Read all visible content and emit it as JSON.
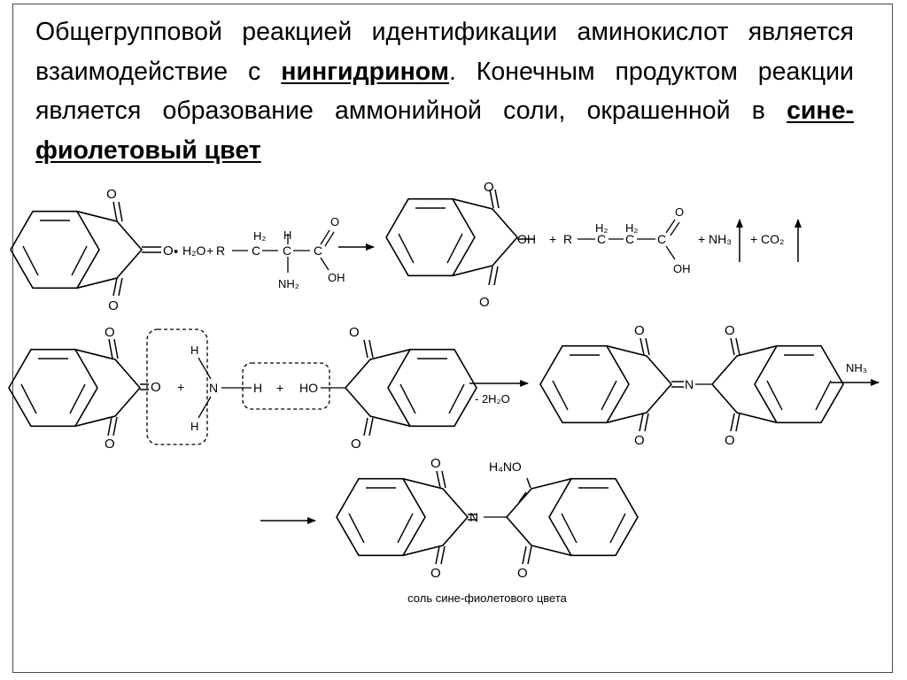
{
  "heading": {
    "part1": "Общегрупповой реакцией идентификации аминокислот является взаимодействие с ",
    "term1": "нингидрином",
    "part2": ". Конечным продуктом реакции является образование аммонийной соли, окрашенной в ",
    "term2": "сине-фиолетовый цвет"
  },
  "scheme": {
    "row1": {
      "ring_o_top": "O",
      "ring_o_bottom": "O",
      "ring_o_right": "O",
      "dot": "•",
      "water": "H₂O",
      "plus1": "+",
      "r_group": "R",
      "ch2": "H₂",
      "ch": "H",
      "c1": "C",
      "c2": "C",
      "c3": "C",
      "amino": "NH₂",
      "acid_o": "O",
      "acid_oh": "OH",
      "prod_o_top": "O",
      "prod_o_bottom": "O",
      "prod_oh": "OH",
      "plus2": "+",
      "r_group2": "R",
      "ch2_a": "H₂",
      "ch2_b": "H₂",
      "c4": "C",
      "c5": "C",
      "c6": "C",
      "acid2_o": "O",
      "acid2_oh": "OH",
      "plus3": "+",
      "nh3": "NH₃",
      "plus4": "+",
      "co2": "CO₂"
    },
    "row2": {
      "o_top": "O",
      "o_right": "O",
      "o_bottom": "O",
      "plus1": "+",
      "h_top": "H",
      "n": "N",
      "h_mid": "H",
      "h_bottom": "H",
      "plus2": "+",
      "ho": "HO",
      "o2_top": "O",
      "o2_bottom": "O",
      "condition": "- 2H₂O",
      "d_o1": "O",
      "d_o2": "O",
      "d_n": "N",
      "d_o3": "O",
      "d_o4": "O",
      "reagent": "NH₃"
    },
    "row3": {
      "o1": "O",
      "o2": "O",
      "n": "N",
      "h4no": "H₄NO",
      "o3": "O",
      "caption": "соль сине-фиолетового цвета"
    }
  }
}
